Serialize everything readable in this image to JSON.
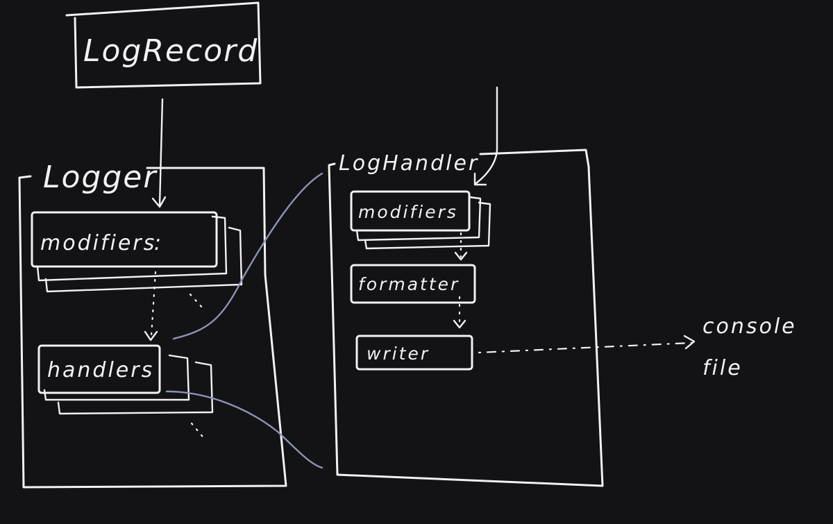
{
  "labels": {
    "log_record": "LogRecord",
    "logger": "Logger",
    "logger_modifiers": "modifiers",
    "logger_handlers": "handlers",
    "log_handler": "LogHandler",
    "handler_modifiers": "modifiers",
    "formatter": "formatter",
    "writer": "writer",
    "output_console": "console",
    "output_file": "file"
  },
  "colors": {
    "background": "#131316",
    "ink": "#f2f2f2",
    "link": "#8e93b5"
  }
}
